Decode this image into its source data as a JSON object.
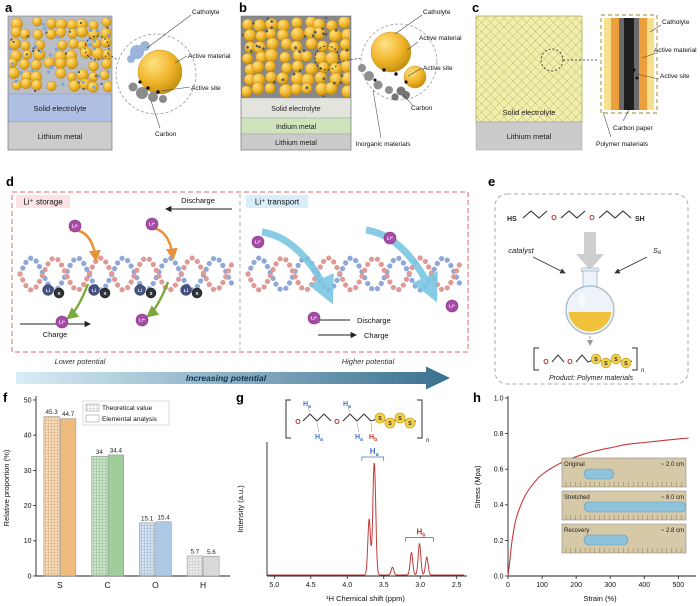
{
  "panels": {
    "a": {
      "label": "a",
      "stack": {
        "electrolyte": "Solid electrolyte",
        "anode": "Lithium metal"
      },
      "callouts": {
        "catholyte": "Catholyte",
        "active_material": "Active material",
        "active_site": "Active site",
        "carbon": "Carbon"
      }
    },
    "b": {
      "label": "b",
      "stack": {
        "electrolyte": "Solid electrolyte",
        "indium": "Indium metal",
        "anode": "Lithium metal"
      },
      "callouts": {
        "catholyte": "Catholyte",
        "active_material": "Active material",
        "active_site": "Active site",
        "carbon": "Carbon",
        "inorganic": "Inorganic materials"
      }
    },
    "c": {
      "label": "c",
      "stack": {
        "electrolyte": "Solid electrolyte",
        "anode": "Lithium metal"
      },
      "callouts": {
        "catholyte": "Catholyte",
        "active_material": "Active material",
        "active_site": "Active site",
        "carbon_paper": "Carbon paper",
        "polymer": "Polymer materials"
      }
    },
    "d": {
      "label": "d",
      "storage_title": "Li⁺ storage",
      "transport_title": "Li⁺ transport",
      "discharge": "Discharge",
      "charge": "Charge",
      "lower": "Lower potential",
      "higher": "Higher potential",
      "axis_label": "Increasing potential",
      "ion": "Li⁺",
      "bead_li": "Li",
      "bead_s": "S"
    },
    "e": {
      "label": "e",
      "hs": "HS",
      "sh": "SH",
      "o": "O",
      "s": "S",
      "catalyst": "catalyst",
      "s8": "S₈",
      "n": "n",
      "product": "Product: Polymer materials"
    },
    "f": {
      "label": "f"
    },
    "g": {
      "label": "g",
      "o": "O",
      "s": "S",
      "n": "n",
      "ha": {
        "base": "H",
        "sub": "a"
      },
      "hb": {
        "base": "H",
        "sub": "b"
      }
    },
    "h": {
      "label": "h"
    }
  },
  "chart_data": [
    {
      "id": "f",
      "type": "bar",
      "title": "",
      "xlabel": "",
      "ylabel": "Relative proportion (%)",
      "categories": [
        "S",
        "C",
        "O",
        "H"
      ],
      "series": [
        {
          "name": "Theoretical value",
          "values": [
            45.3,
            34,
            15.1,
            5.7
          ]
        },
        {
          "name": "Elemental analysis",
          "values": [
            44.7,
            34.4,
            15.4,
            5.6
          ]
        }
      ],
      "ylim": [
        0,
        50
      ],
      "yticks": [
        0,
        10,
        20,
        30,
        40,
        50
      ],
      "colors": {
        "S": "#f0bc7e",
        "C": "#9fce9b",
        "O": "#aec9e6",
        "H": "#d9d9d9"
      },
      "legend_position": "top"
    },
    {
      "id": "g",
      "type": "line",
      "title": "",
      "xlabel": "¹H Chemical shift (ppm)",
      "ylabel": "Intensity (a.u.)",
      "x_axis_reversed": true,
      "xlim": [
        5.1,
        2.4
      ],
      "xticks": [
        5.0,
        4.5,
        4.0,
        3.5,
        3.0,
        2.5
      ],
      "line_color": "#c23b3b",
      "peaks": [
        {
          "ppm": 3.7,
          "height": 0.5,
          "width": 0.018,
          "assignment": "Ha"
        },
        {
          "ppm": 3.63,
          "height": 1.0,
          "width": 0.02,
          "assignment": "Ha"
        },
        {
          "ppm": 3.38,
          "height": 0.07,
          "width": 0.018,
          "assignment": "Ha"
        },
        {
          "ppm": 3.12,
          "height": 0.2,
          "width": 0.018,
          "assignment": "Hb"
        },
        {
          "ppm": 3.01,
          "height": 0.28,
          "width": 0.018,
          "assignment": "Hb"
        },
        {
          "ppm": 2.91,
          "height": 0.16,
          "width": 0.018,
          "assignment": "Hb"
        }
      ],
      "labels": [
        {
          "base": "H",
          "sub": "a",
          "from": 3.8,
          "to": 3.5,
          "color": "#4472c4"
        },
        {
          "base": "H",
          "sub": "b",
          "from": 3.2,
          "to": 2.82,
          "color": "#c0392b"
        }
      ]
    },
    {
      "id": "h",
      "type": "line",
      "title": "",
      "xlabel": "Strain (%)",
      "ylabel": "Stress (Mpa)",
      "xlim": [
        0,
        540
      ],
      "ylim": [
        0,
        1.0
      ],
      "xticks": [
        0,
        100,
        200,
        300,
        400,
        500
      ],
      "yticks": [
        0,
        0.2,
        0.4,
        0.6,
        0.8,
        1.0
      ],
      "line_color": "#c23b3b",
      "x": [
        0,
        5,
        12,
        25,
        50,
        75,
        100,
        150,
        200,
        250,
        300,
        350,
        400,
        450,
        500,
        530
      ],
      "y": [
        0,
        0.08,
        0.2,
        0.33,
        0.45,
        0.52,
        0.57,
        0.63,
        0.67,
        0.7,
        0.72,
        0.74,
        0.75,
        0.76,
        0.77,
        0.775
      ],
      "inset_photos": [
        {
          "name": "Original",
          "length": "~ 2.0 cm"
        },
        {
          "name": "Stretched",
          "length": "~ 8.0 cm"
        },
        {
          "name": "Recovery",
          "length": "~ 2.8 cm"
        }
      ]
    }
  ]
}
